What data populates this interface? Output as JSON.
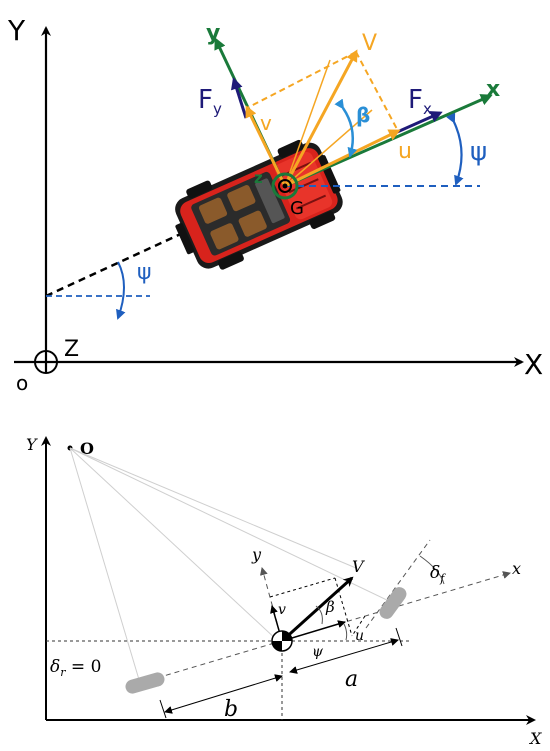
{
  "top_figure": {
    "axes": {
      "x_label": "X",
      "y_label": "Y",
      "z_label": "Z",
      "origin_label": "o"
    },
    "vehicle_frame": {
      "x_label": "x",
      "y_label": "y",
      "z_label": "z",
      "cg_label": "G"
    },
    "forces": {
      "fx_label": "F",
      "fx_sub": "x",
      "fy_label": "F",
      "fy_sub": "y"
    },
    "velocities": {
      "v_total": "V",
      "u": "u",
      "v": "v"
    },
    "angles": {
      "psi": "ψ",
      "psi_lower": "ψ",
      "beta": "β"
    },
    "colors": {
      "axis": "#000000",
      "vehicle_frame": "#1a7a3a",
      "velocity": "#f5a623",
      "force": "#1e1a78",
      "angle": "#1f5fbf",
      "beta": "#2a8fd6",
      "vehicle_body": "#d8231c"
    }
  },
  "bottom_figure": {
    "axes": {
      "x_label": "X",
      "y_label": "Y"
    },
    "origin_label": "O",
    "body_axes": {
      "x_label": "x",
      "y_label": "y"
    },
    "velocities": {
      "V": "V",
      "u": "u",
      "v": "v"
    },
    "angles": {
      "beta": "β",
      "psi": "ψ",
      "delta_f": "δ",
      "delta_f_sub": "f"
    },
    "rear_steer": {
      "label": "δ",
      "sub": "r",
      "value_text": " = 0"
    },
    "distances": {
      "a": "a",
      "b": "b"
    }
  }
}
